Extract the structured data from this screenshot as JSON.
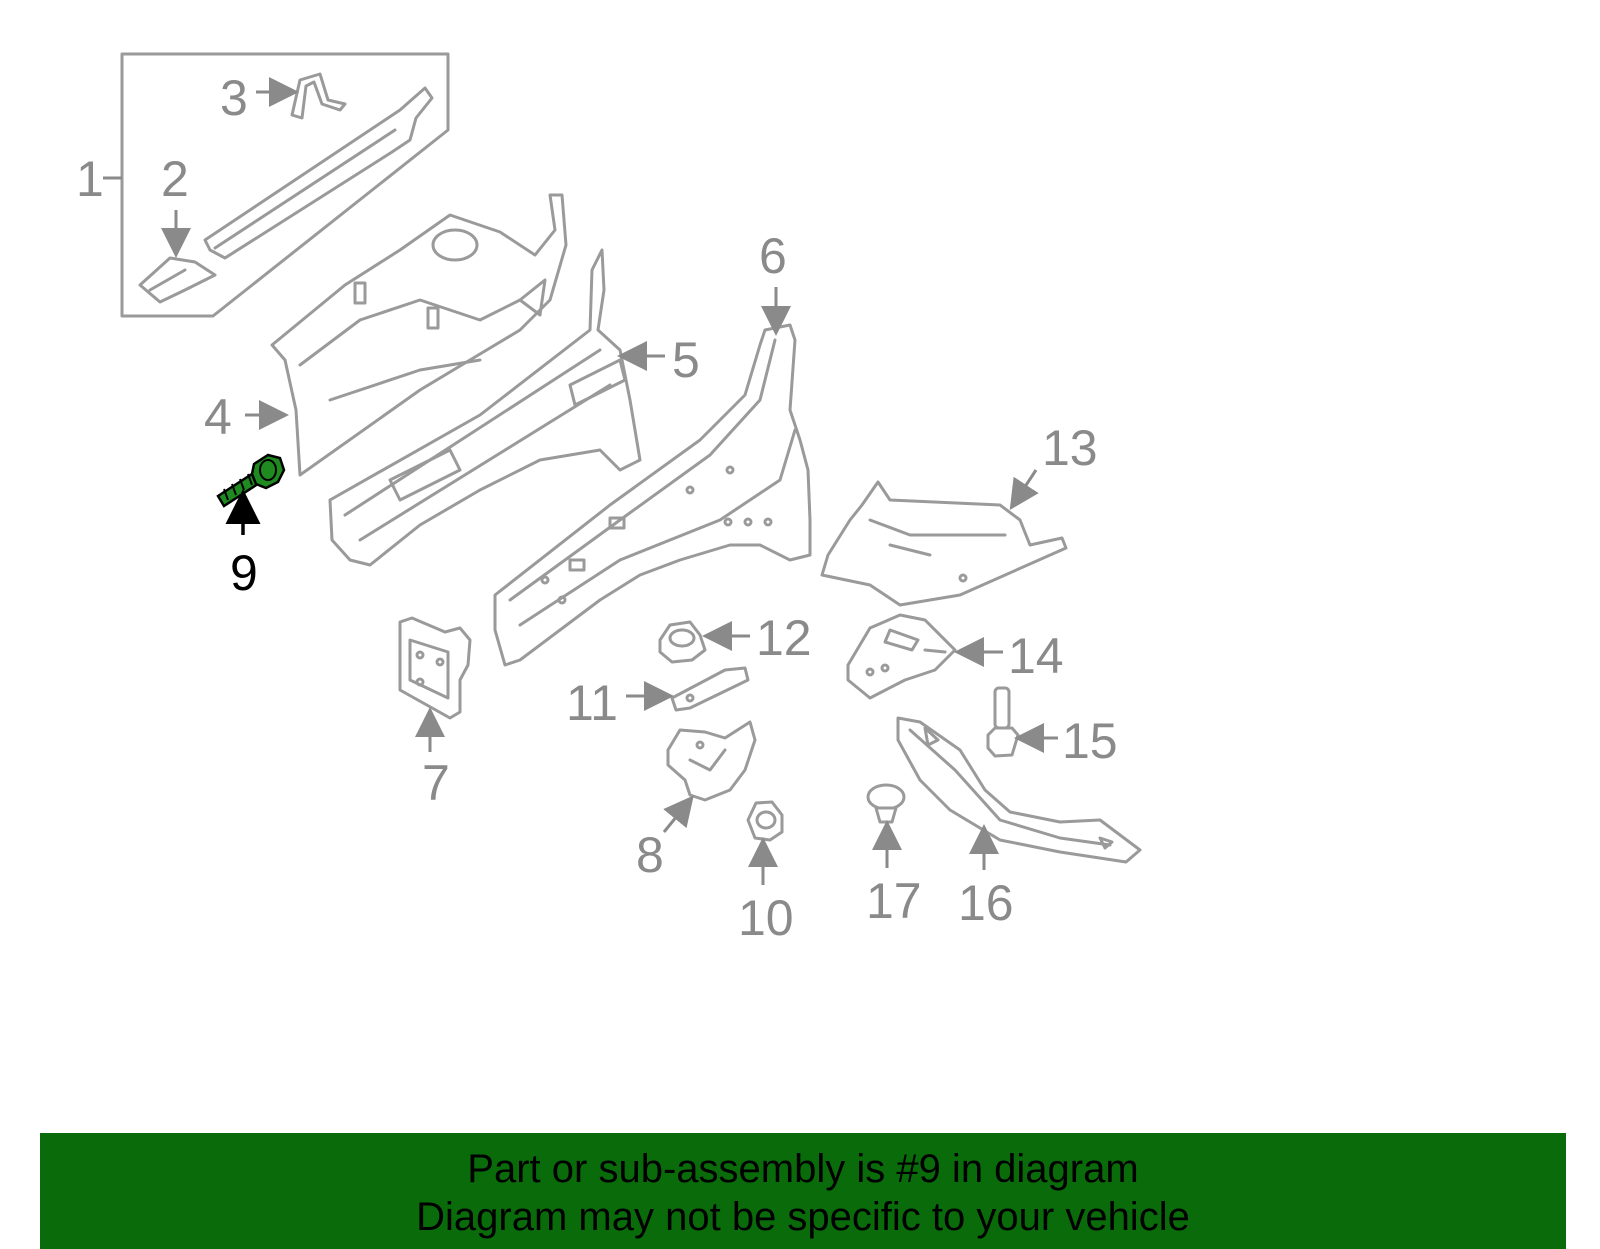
{
  "diagram": {
    "highlighted_part": "9",
    "highlight_color": "#1f8a1f",
    "callouts": {
      "c1": "1",
      "c2": "2",
      "c3": "3",
      "c4": "4",
      "c5": "5",
      "c6": "6",
      "c7": "7",
      "c8": "8",
      "c9": "9",
      "c10": "10",
      "c11": "11",
      "c12": "12",
      "c13": "13",
      "c14": "14",
      "c15": "15",
      "c16": "16",
      "c17": "17"
    }
  },
  "banner": {
    "line1": "Part or sub-assembly is #9 in diagram",
    "line2": "Diagram may not be specific to your vehicle",
    "background": "#0a6b0a"
  }
}
